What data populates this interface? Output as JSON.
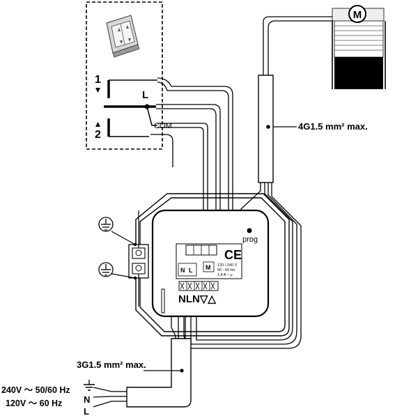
{
  "switch_labels": {
    "terminal_1": "1",
    "terminal_2": "2",
    "line": "L",
    "common": "COM"
  },
  "motor_label": "M",
  "cable_top": "4G1.5 mm² max.",
  "cable_bottom": "3G1.5 mm² max.",
  "module": {
    "prog": "prog",
    "ce_mark": "CE",
    "rating_lines": [
      "120 / 240 V",
      "50 - 60 Hz",
      "2,4 A ~ μ"
    ],
    "terminal_n": "N",
    "terminal_l": "L",
    "motor_mark": "M",
    "terminals_caption": "NLN▽△"
  },
  "supply": {
    "line1": "240V ～ 50/60 Hz",
    "line2": "120V ～ 60 Hz",
    "n": "N",
    "l": "L"
  },
  "icons": [
    "wall-switch-icon",
    "roller-shutter-icon",
    "motor-icon",
    "ground-icon",
    "ground-icon",
    "ground-icon",
    "arrow-down-icon",
    "arrow-up-icon"
  ]
}
